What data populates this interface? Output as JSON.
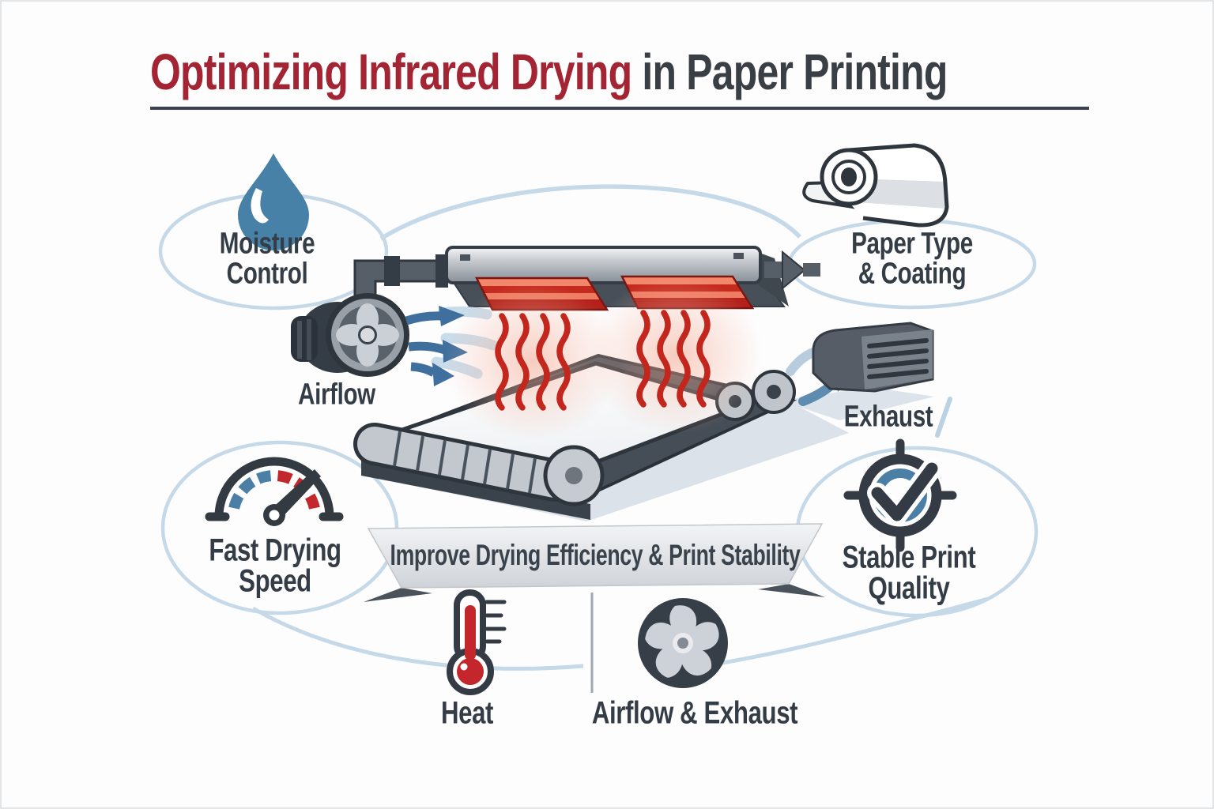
{
  "title": {
    "highlight": "Optimizing Infrared Drying",
    "rest": " in Paper Printing"
  },
  "labels": {
    "moisture": {
      "line1": "Moisture",
      "line2": "Control"
    },
    "airflow": "Airflow",
    "paper": {
      "line1": "Paper Type",
      "line2": "& Coating"
    },
    "exhaust": "Exhaust",
    "fast": {
      "line1": "Fast Drying",
      "line2": "Speed"
    },
    "stable": {
      "line1": "Stable Print",
      "line2": "Quality"
    },
    "heat": "Heat",
    "airflow_exhaust": "Airflow & Exhaust"
  },
  "banner": {
    "text": "Improve Drying Efficiency & Print Stability"
  },
  "icons": {
    "moisture": "water-drop-icon",
    "airflow": "intake-fan-icon",
    "paper": "paper-roll-icon",
    "exhaust": "exhaust-vent-icon",
    "fast": "speedometer-icon",
    "stable": "target-check-icon",
    "heat": "thermometer-icon",
    "airflow_exhaust": "fan-icon"
  },
  "colors": {
    "title_accent": "#A32433",
    "text": "#343C46",
    "accent_blue": "#4B7FA6",
    "pale_blue": "#C5D9E8",
    "heat_red": "#C3272B",
    "machine_gray": "#8E959D"
  }
}
